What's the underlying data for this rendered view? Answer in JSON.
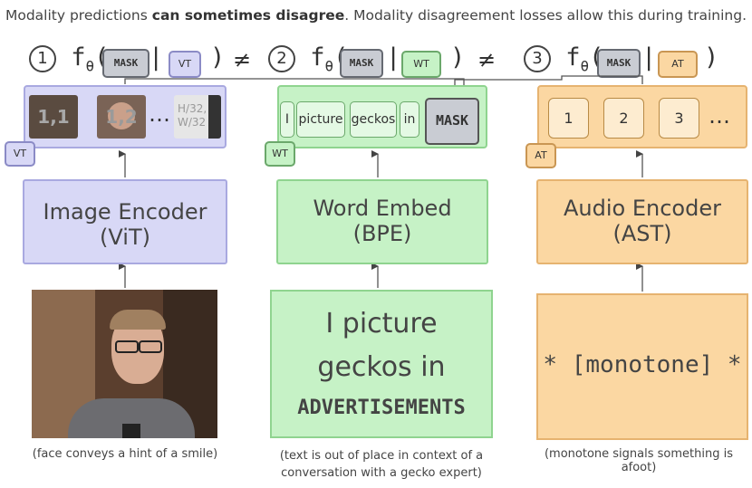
{
  "caption": {
    "before": "Modality predictions ",
    "bold": "can sometimes disagree",
    "after": ". Modality disagreement losses allow this during training."
  },
  "formula": {
    "n1": "1",
    "n2": "2",
    "n3": "3",
    "f": "f",
    "theta": "θ",
    "open": "(",
    "bar": "|",
    "close": ")",
    "neq": "≠",
    "mask": "MASK",
    "v": "VT",
    "w": "WT",
    "a": "AT"
  },
  "tags": {
    "v": "VT",
    "w": "WT",
    "a": "AT"
  },
  "image_panel": {
    "patch1": "1,1",
    "patch2": "1,2",
    "ellipsis": "…",
    "patch_last": "H/32, W/32"
  },
  "word_panel": {
    "tokens": [
      "I",
      "picture",
      "geckos",
      "in"
    ],
    "mask": "MASK"
  },
  "audio_panel": {
    "tokens": [
      "1",
      "2",
      "3"
    ],
    "ellipsis": "…"
  },
  "encoders": {
    "image": {
      "line1": "Image Encoder",
      "line2": "(ViT)"
    },
    "word": {
      "line1": "Word Embed",
      "line2": "(BPE)"
    },
    "audio": {
      "line1": "Audio Encoder",
      "line2": "(AST)"
    }
  },
  "inputs": {
    "text_lines": [
      "I picture",
      "geckos in",
      "ADVERTISEMENTS"
    ],
    "audio_text": "* [monotone] *"
  },
  "captions_bottom": {
    "image": "(face conveys a hint of a smile)",
    "text_line1": "(text is out of place in context of a",
    "text_line2": "conversation with a gecko expert)",
    "audio": "(monotone signals something is afoot)"
  },
  "colors": {
    "purple": "#d8d8f6",
    "green": "#c6f2c6",
    "orange": "#fbd7a2",
    "mask_gray": "#c9ccd3"
  }
}
